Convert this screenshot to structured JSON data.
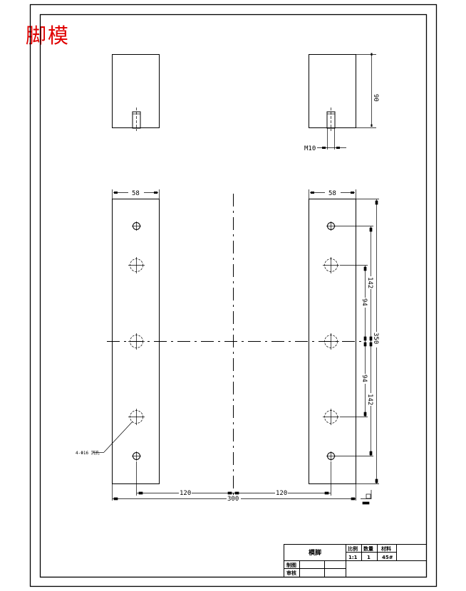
{
  "drawing": {
    "title": "脚模",
    "title_color": "#e00000",
    "line_color": "#000000",
    "background": "#ffffff"
  },
  "side_views": {
    "thread_label": "M10",
    "height_dim": "90"
  },
  "plan_views": {
    "width_dim_left": "58",
    "width_dim_right": "58",
    "hole_callout": "4-Φ16 沉孔",
    "dim_142_top": "142",
    "dim_94_top": "94",
    "dim_total_height": "350",
    "dim_94_bottom": "94",
    "dim_142_bottom": "142",
    "dim_120_left": "120",
    "dim_120_right": "120",
    "dim_300": "300"
  },
  "title_block": {
    "part_name": "模脚",
    "scale_label": "比例",
    "qty_label": "数量",
    "material_label": "材料",
    "scale_value": "1:1",
    "qty_value": "1",
    "material_value": "45#",
    "drawn_label": "制图",
    "checked_label": "审核"
  }
}
